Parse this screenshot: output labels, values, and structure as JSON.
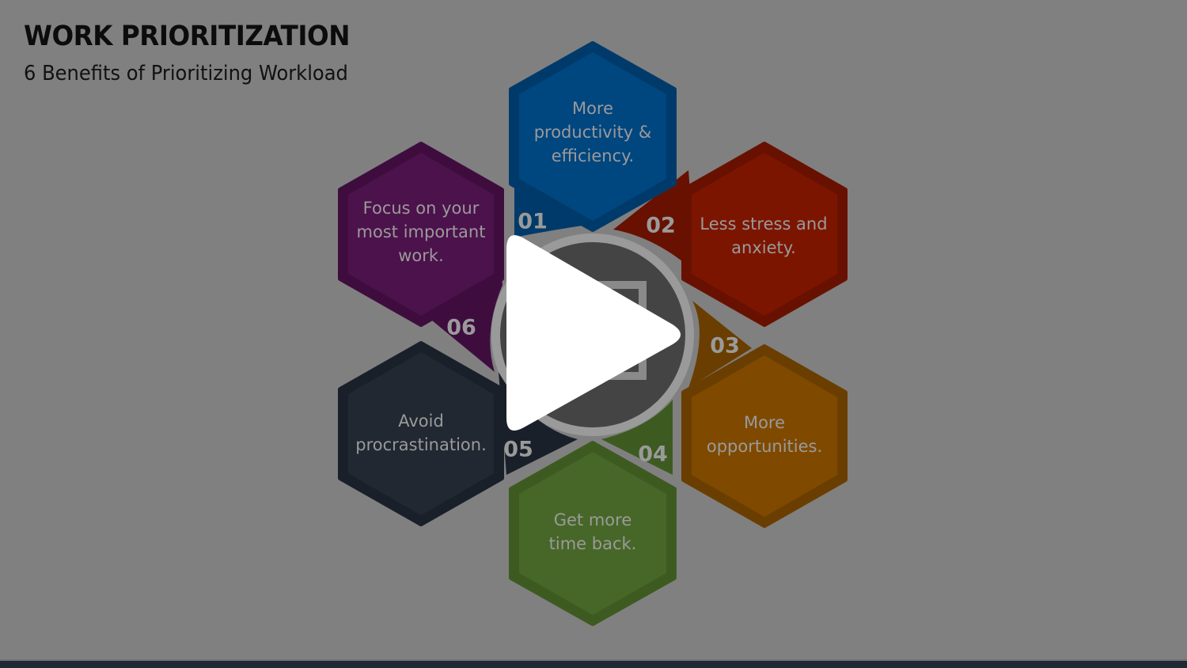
{
  "slide": {
    "title": "WORK PRIORITIZATION",
    "subtitle": "6 Benefits of Prioritizing Workload"
  },
  "benefits": [
    {
      "number": "01",
      "text_lines": [
        "More",
        "productivity &",
        "efficiency."
      ],
      "color": "#00467f",
      "tab_color": "#003a6a"
    },
    {
      "number": "02",
      "text_lines": [
        "Less stress and",
        "anxiety."
      ],
      "color": "#7c1500",
      "tab_color": "#681100"
    },
    {
      "number": "03",
      "text_lines": [
        "More",
        "opportunities."
      ],
      "color": "#7f4a00",
      "tab_color": "#6a3e00"
    },
    {
      "number": "04",
      "text_lines": [
        "Get more",
        "time back."
      ],
      "color": "#476728",
      "tab_color": "#3d5b20"
    },
    {
      "number": "05",
      "text_lines": [
        "Avoid",
        "procrastination."
      ],
      "color": "#212832",
      "tab_color": "#1a2029"
    },
    {
      "number": "06",
      "text_lines": [
        "Focus on your",
        "most important",
        "work."
      ],
      "color": "#4c124c",
      "tab_color": "#3e0d3e"
    }
  ],
  "center": {
    "icon": "checklist-icon",
    "color": "#444444"
  },
  "overlay": {
    "play_icon": "play-icon",
    "play_color": "#ffffff"
  },
  "colors": {
    "background": "#808080",
    "bottom_bar": "#202833"
  }
}
